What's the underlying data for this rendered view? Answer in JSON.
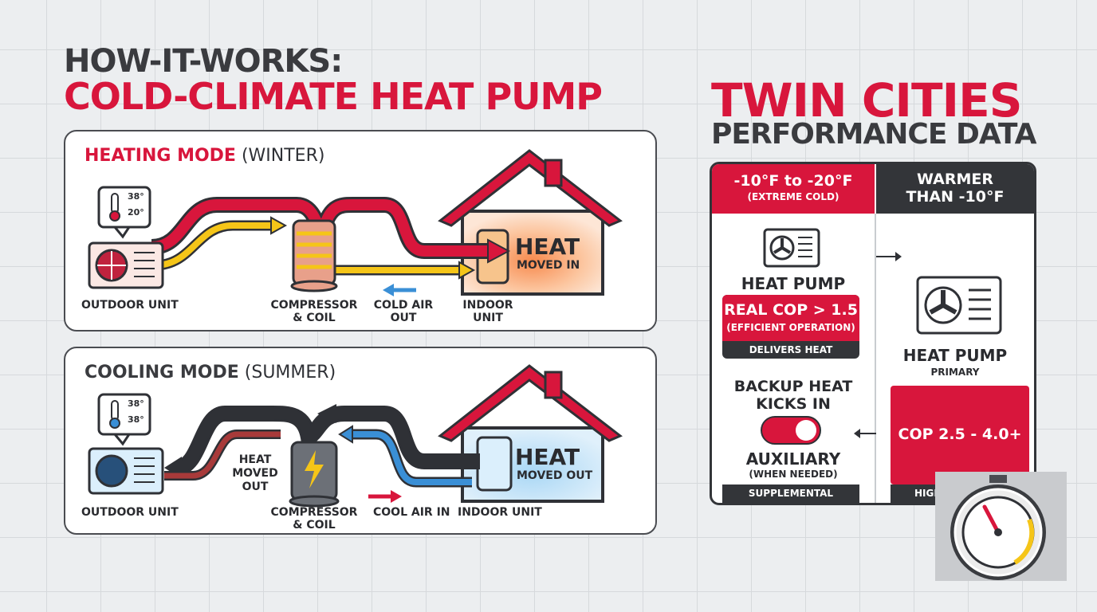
{
  "title": {
    "line1": "HOW-IT-WORKS:",
    "line2": "COLD-CLIMATE HEAT PUMP"
  },
  "right_title": {
    "line1": "TWIN CITIES",
    "line2": "PERFORMANCE DATA"
  },
  "heating": {
    "mode_bold": "HEATING MODE",
    "mode_rest": " (WINTER)",
    "thermo": [
      "38°",
      "20°"
    ],
    "outdoor": "OUTDOOR UNIT",
    "compressor": [
      "COMPRESSOR",
      "& COIL"
    ],
    "cold_air": [
      "COLD AIR",
      "OUT"
    ],
    "indoor": [
      "INDOOR",
      "UNIT"
    ],
    "heat_big": "HEAT",
    "heat_small": "MOVED IN"
  },
  "cooling": {
    "mode_bold": "COOLING MODE",
    "mode_rest": " (SUMMER)",
    "thermo": [
      "38°",
      "38°"
    ],
    "outdoor": "OUTDOOR UNIT",
    "heat_out": [
      "HEAT",
      "MOVED",
      "OUT"
    ],
    "compressor": [
      "COMPRESSOR",
      "& COIL"
    ],
    "cool_air": "COOL AIR IN",
    "indoor": "INDOOR UNIT",
    "heat_big": "HEAT",
    "heat_small": "MOVED OUT"
  },
  "table": {
    "col1_header": [
      "-10°F to -20°F",
      "(EXTREME COLD)"
    ],
    "col2_header": [
      "WARMER",
      "THAN -10°F"
    ],
    "col1": {
      "hp_label": "HEAT PUMP",
      "cop": "REAL COP > 1.5",
      "cop_note": "(EFFICIENT OPERATION)",
      "delivers": "DELIVERS HEAT",
      "backup": [
        "BACKUP HEAT",
        "KICKS IN"
      ],
      "aux": "AUXILIARY",
      "aux_note": "(WHEN NEEDED)",
      "supplemental": "SUPPLEMENTAL"
    },
    "col2": {
      "hp_label": "HEAT PUMP",
      "primary": "PRIMARY",
      "cop": "COP 2.5 - 4.0+",
      "high_eff": "HIGH EFFI"
    }
  },
  "colors": {
    "red": "#d8163c",
    "dark": "#333539",
    "yellow": "#f5c518",
    "blue": "#3a8fd6"
  }
}
